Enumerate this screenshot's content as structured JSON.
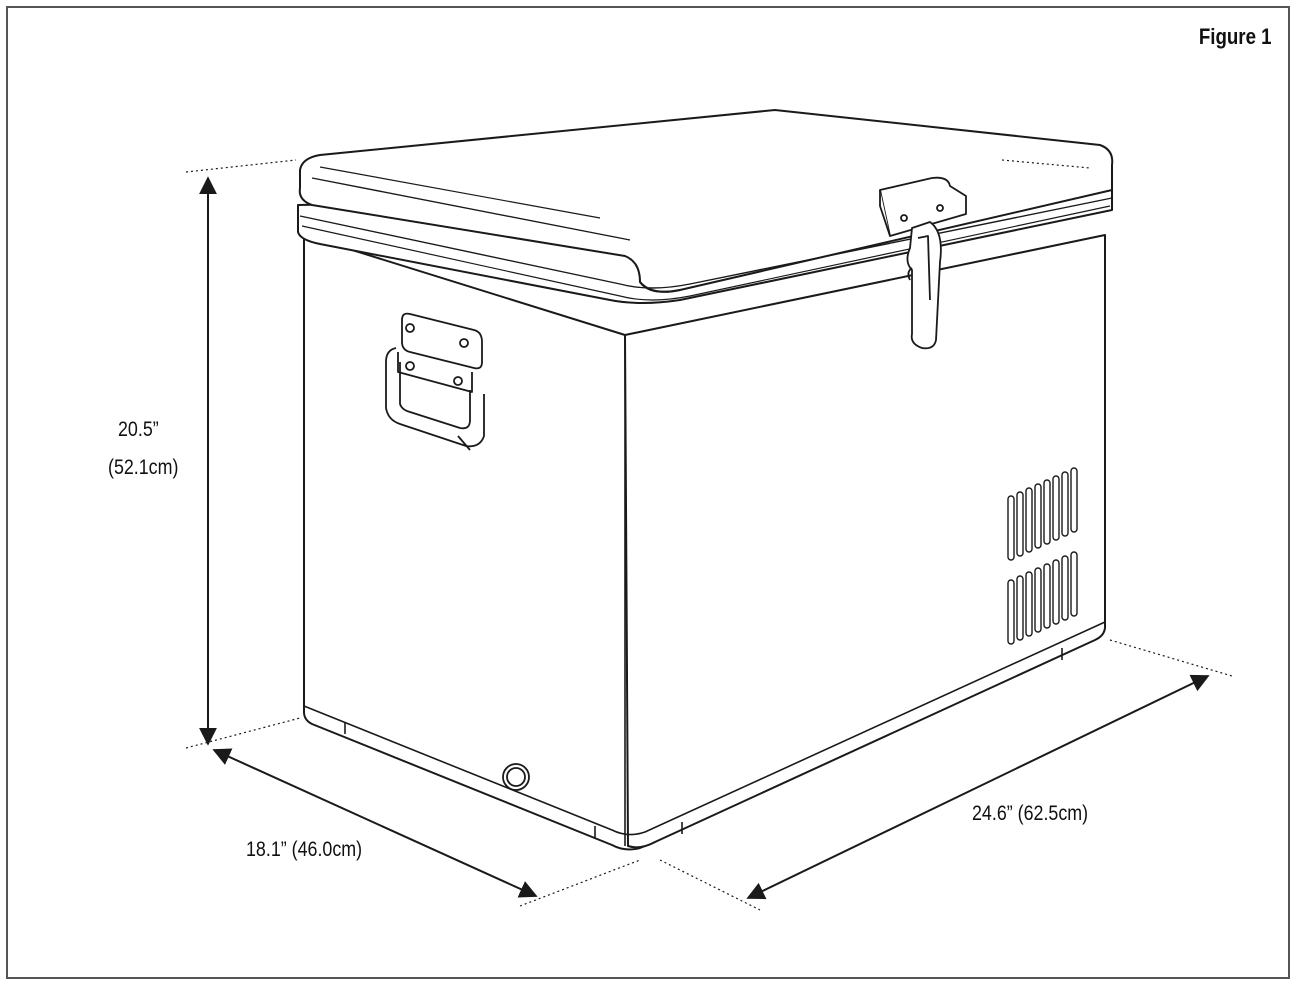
{
  "figure": {
    "title": "Figure 1"
  },
  "dimensions": {
    "height_in": "20.5”",
    "height_cm": "(52.1cm)",
    "depth": "18.1” (46.0cm)",
    "width": "24.6” (62.5cm)"
  },
  "colors": {
    "line": "#1a1a1a",
    "frame": "#555555",
    "background": "#ffffff"
  }
}
